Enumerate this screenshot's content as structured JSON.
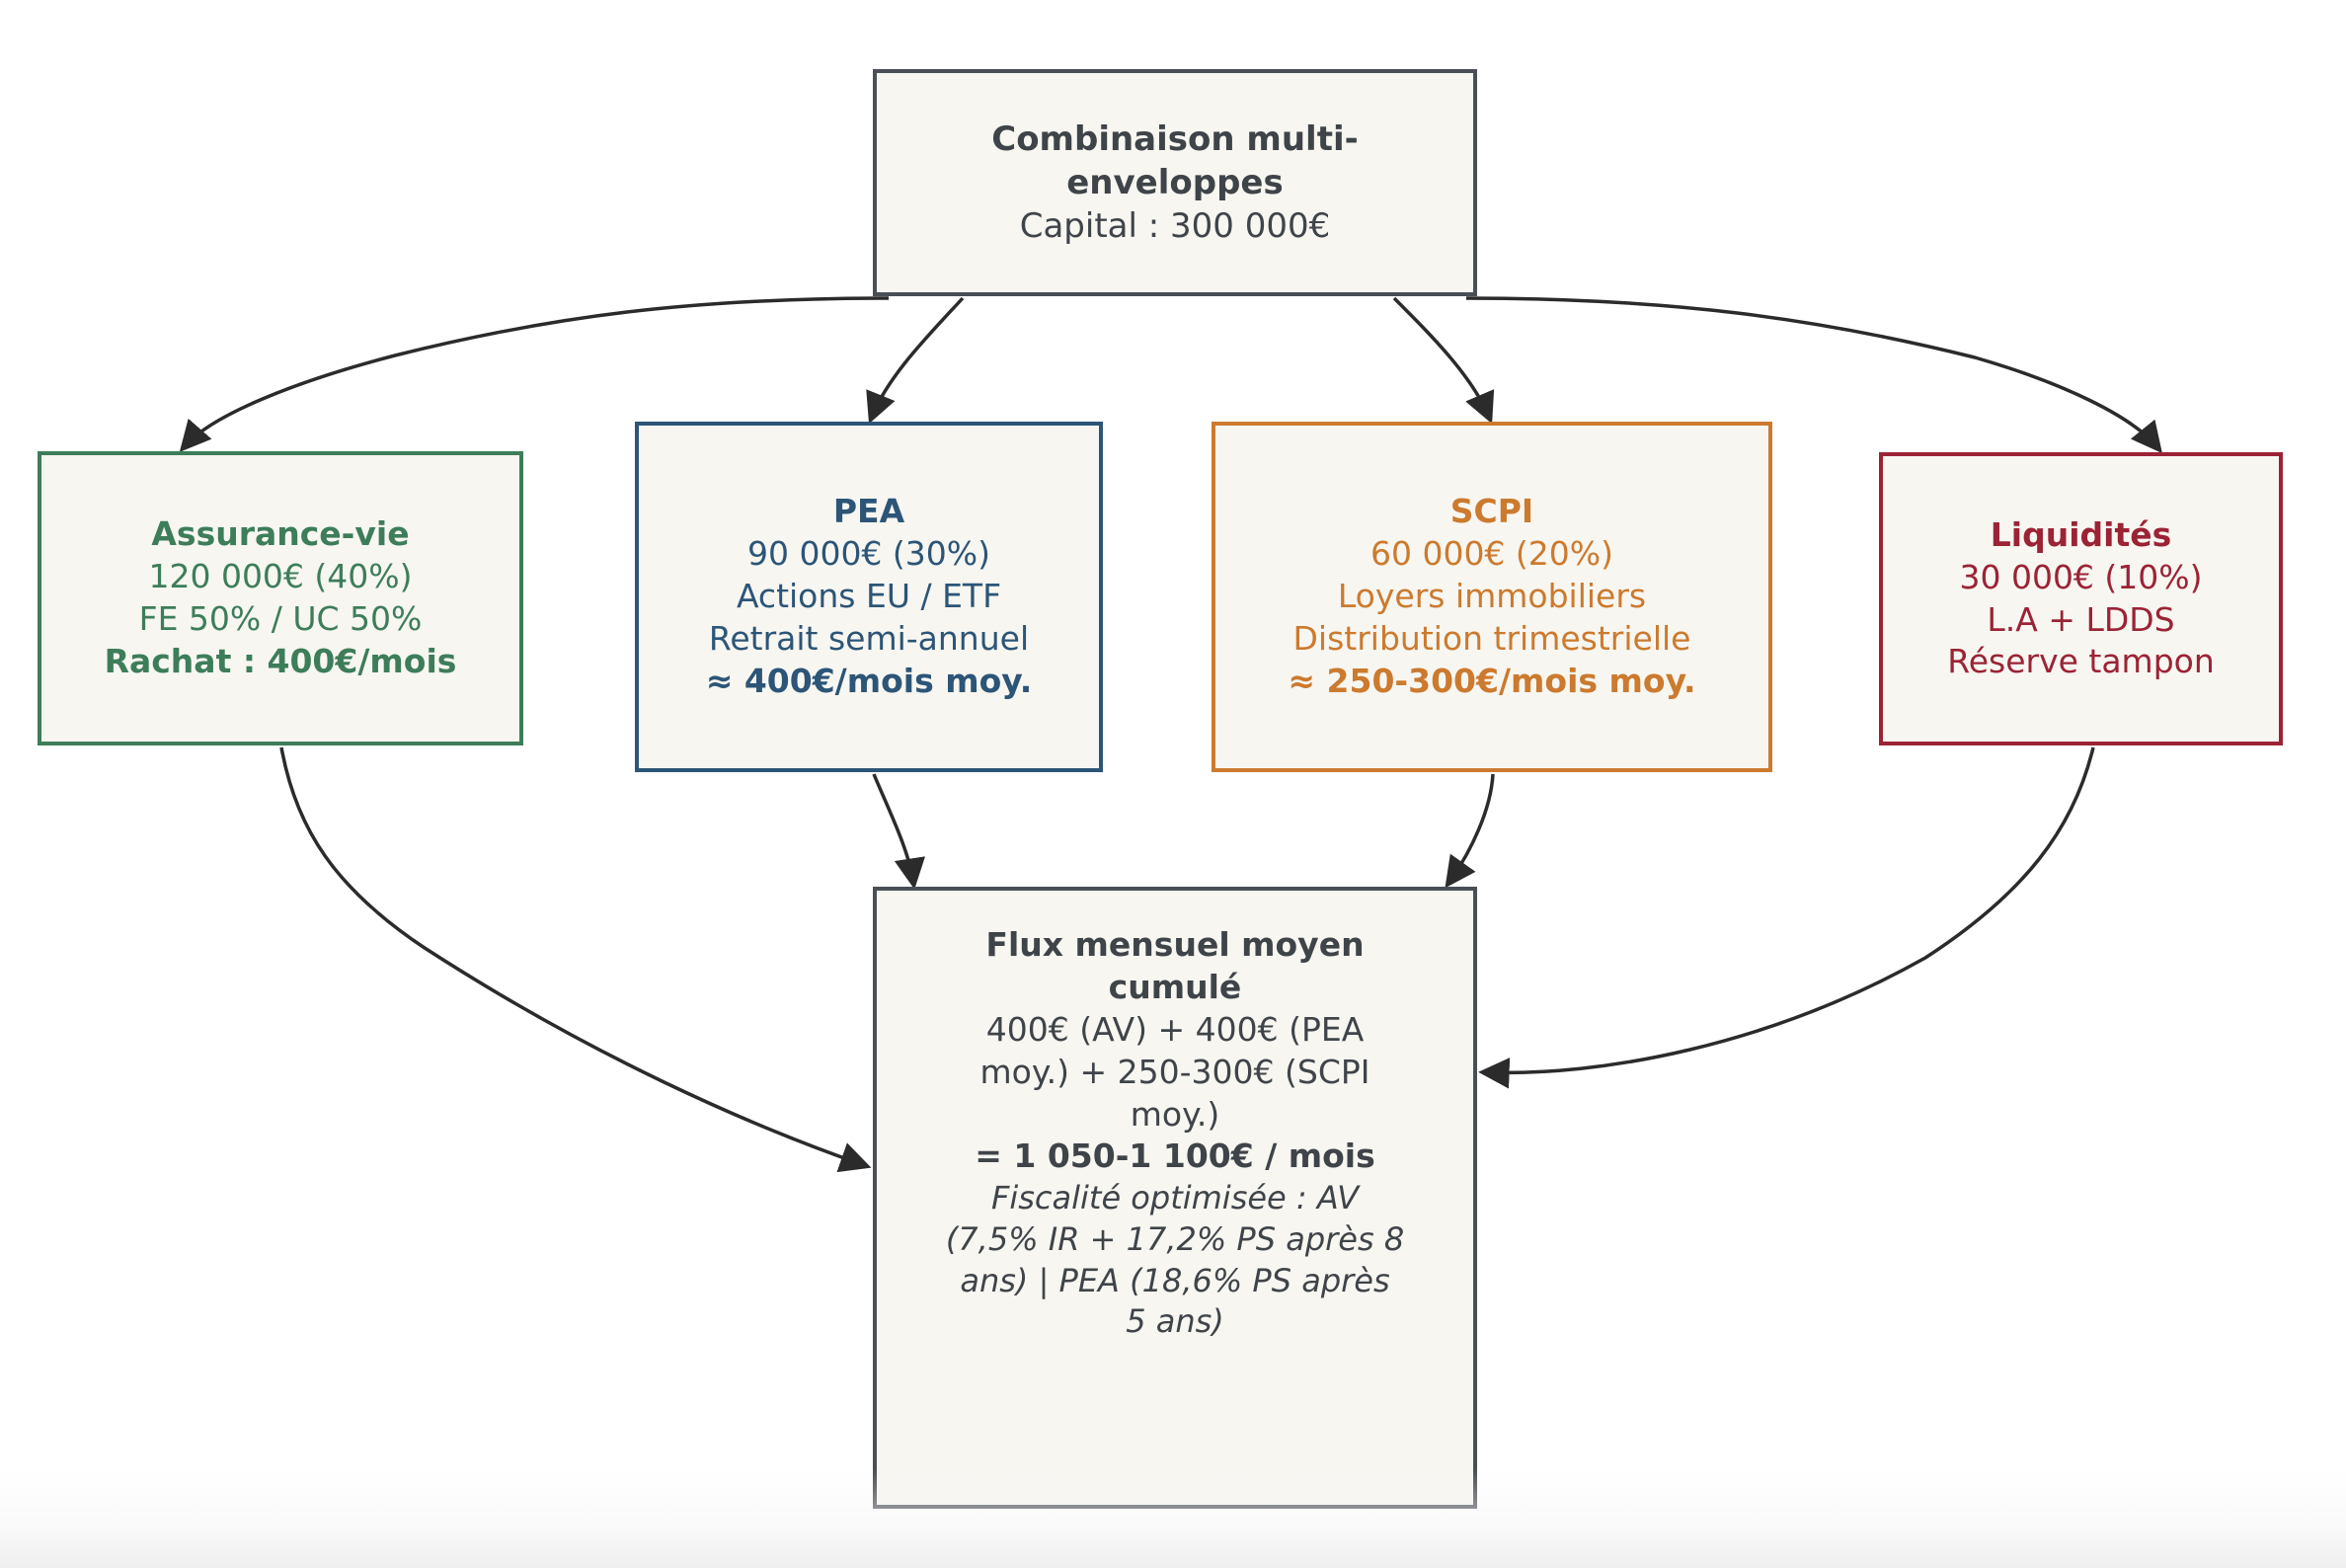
{
  "diagram": {
    "type": "flowchart",
    "direction": "top-down",
    "background": "#ffffff",
    "node_fill": "#f7f6f1",
    "edge_color": "#2b2b2b"
  },
  "nodes": {
    "root": {
      "id": "root",
      "accent": "#4a4f55",
      "title_line1": "Combinaison multi-",
      "title_line2": "enveloppes",
      "line3": "Capital : 300 000€"
    },
    "assurance_vie": {
      "id": "assurance-vie",
      "accent": "#3d7d5a",
      "title": "Assurance-vie",
      "line1": "120 000€ (40%)",
      "line2": "FE 50% / UC 50%",
      "line3": "Rachat : 400€/mois",
      "amount": "120 000€",
      "share": "40%"
    },
    "pea": {
      "id": "pea",
      "accent": "#2c5577",
      "title": "PEA",
      "line1": "90 000€ (30%)",
      "line2": "Actions EU / ETF",
      "line3": "Retrait semi-annuel",
      "line4": "≈ 400€/mois moy.",
      "amount": "90 000€",
      "share": "30%"
    },
    "scpi": {
      "id": "scpi",
      "accent": "#cc7a2e",
      "title": "SCPI",
      "line1": "60 000€ (20%)",
      "line2": "Loyers immobiliers",
      "line3": "Distribution trimestrielle",
      "line4": "≈ 250-300€/mois moy.",
      "amount": "60 000€",
      "share": "20%"
    },
    "liquidites": {
      "id": "liquidites",
      "accent": "#9b2335",
      "title": "Liquidités",
      "line1": "30 000€ (10%)",
      "line2": "L.A + LDDS",
      "line3": "Réserve tampon",
      "amount": "30 000€",
      "share": "10%"
    },
    "summary": {
      "id": "flux-mensuel",
      "accent": "#4a4f55",
      "title_line1": "Flux mensuel moyen",
      "title_line2": "cumulé",
      "detail_line1": "400€ (AV) + 400€ (PEA",
      "detail_line2": "moy.) + 250-300€ (SCPI",
      "detail_line3": "moy.)",
      "total": "= 1 050-1 100€ / mois",
      "note_line1": "Fiscalité optimisée : AV",
      "note_line2": "(7,5% IR + 17,2% PS après 8",
      "note_line3": "ans) | PEA (18,6% PS après",
      "note_line4": "5 ans)"
    }
  },
  "edges": [
    {
      "from": "root",
      "to": "assurance-vie"
    },
    {
      "from": "root",
      "to": "pea"
    },
    {
      "from": "root",
      "to": "scpi"
    },
    {
      "from": "root",
      "to": "liquidites"
    },
    {
      "from": "assurance-vie",
      "to": "flux-mensuel"
    },
    {
      "from": "pea",
      "to": "flux-mensuel"
    },
    {
      "from": "scpi",
      "to": "flux-mensuel"
    },
    {
      "from": "liquidites",
      "to": "flux-mensuel"
    }
  ]
}
